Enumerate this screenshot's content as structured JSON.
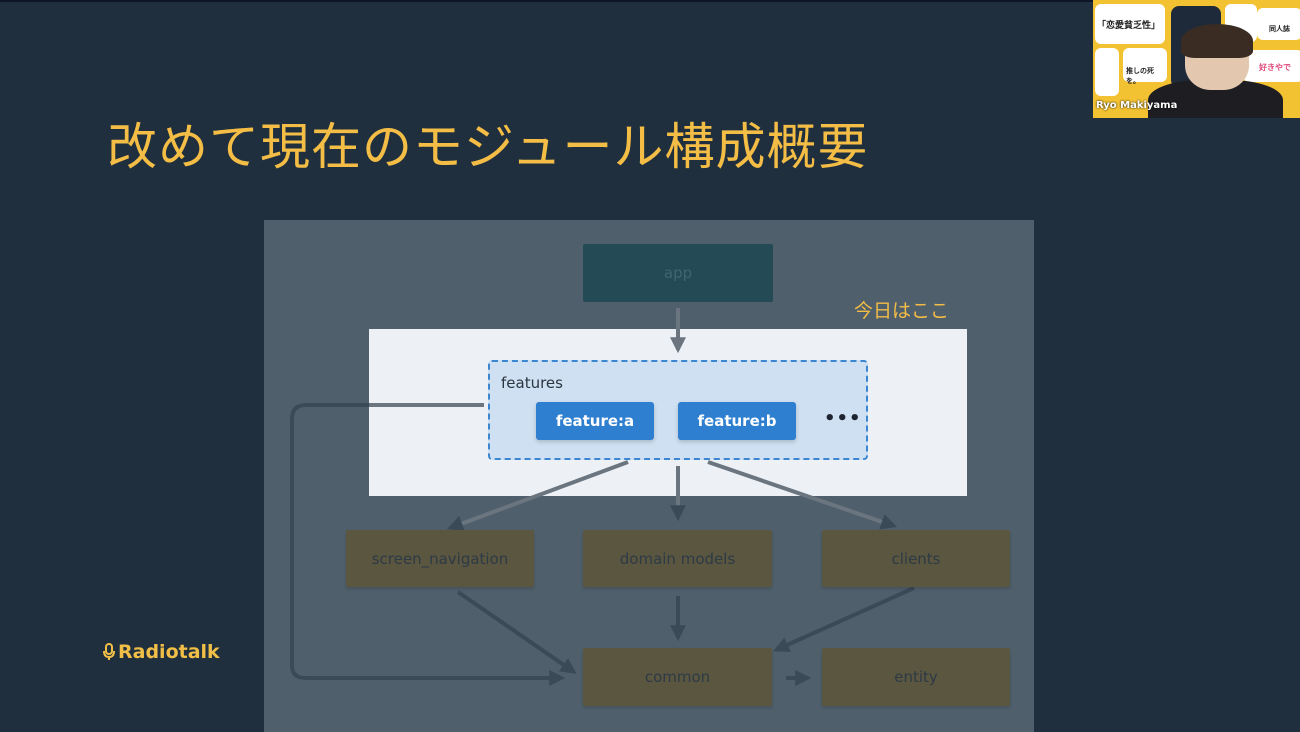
{
  "slide": {
    "title": "改めて現在のモジュール構成概要",
    "brand": "Radiotalk"
  },
  "diagram": {
    "highlight_label": "今日はここ",
    "app": "app",
    "features_group": {
      "label": "features",
      "items": [
        "feature:a",
        "feature:b"
      ],
      "more": "•••"
    },
    "middle_layer": [
      "screen_navigation",
      "domain models",
      "clients"
    ],
    "bottom_layer": [
      "common",
      "entity"
    ]
  },
  "video_overlay": {
    "participant_name": "Ryo Makiyama",
    "background_texts": [
      "「恋愛貧乏性」",
      "推しの死を。",
      "好きやで",
      "同人誌"
    ]
  },
  "colors": {
    "background": "#1f2f3d",
    "title": "#f4bd46",
    "feature_blue": "#2f7fd0",
    "dashed_border": "#3a86d0"
  }
}
